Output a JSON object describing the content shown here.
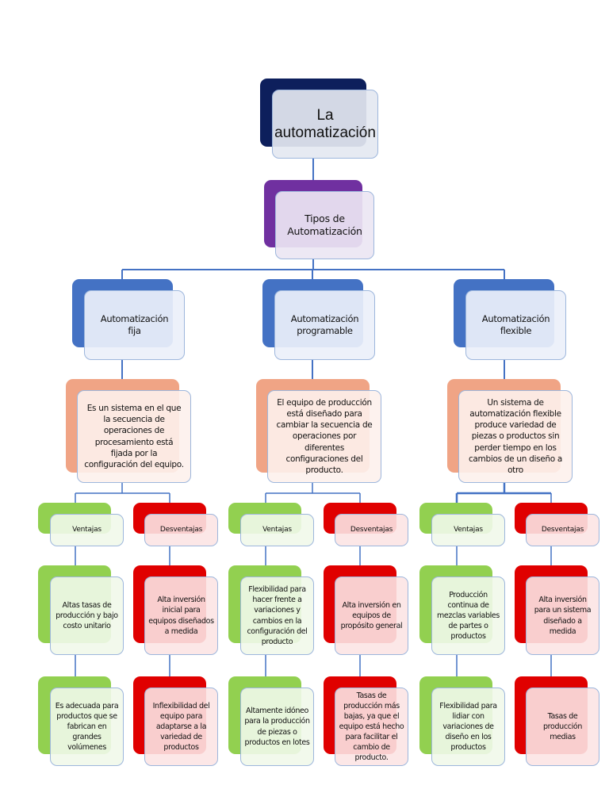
{
  "diagram": {
    "root": {
      "label": "La automatización"
    },
    "types_node": {
      "label": "Tipos de Automatización"
    },
    "branches": [
      {
        "title": "Automatización fija",
        "description": "Es un sistema en el que la secuencia de operaciones de procesamiento está fijada por la configuración del equipo.",
        "advantages_label": "Ventajas",
        "disadvantages_label": "Desventajas",
        "advantages": [
          "Altas tasas de producción y bajo costo unitario",
          "Es adecuada para productos que se fabrican en grandes volúmenes"
        ],
        "disadvantages": [
          "Alta inversión inicial para equipos diseñados a medida",
          "Inflexibilidad del equipo para adaptarse a la variedad de productos"
        ]
      },
      {
        "title": "Automatización programable",
        "description": "El equipo de producción está diseñado para cambiar la secuencia de operaciones por diferentes configuraciones del producto.",
        "advantages_label": "Ventajas",
        "disadvantages_label": "Desventajas",
        "advantages": [
          "Flexibilidad para hacer frente a variaciones y cambios en la configuración del producto",
          "Altamente idóneo para la producción de piezas o productos en lotes"
        ],
        "disadvantages": [
          "Alta inversión en equipos de propósito general",
          "Tasas de producción más bajas, ya que el equipo está hecho para facilitar el cambio de producto."
        ]
      },
      {
        "title": "Automatización flexible",
        "description": "Un sistema de automatización flexible produce variedad de piezas o productos sin perder tiempo en los cambios de un diseño a otro",
        "advantages_label": "Ventajas",
        "disadvantages_label": "Desventajas",
        "advantages": [
          "Producción continua de mezclas variables de partes o productos",
          "Flexibilidad para lidiar con variaciones de diseño en los productos"
        ],
        "disadvantages": [
          "Alta inversión para un sistema diseñado a medida",
          "Tasas de producción medias"
        ]
      }
    ]
  },
  "colors": {
    "connector": "#4472C4",
    "root_back": "#0D1F5C",
    "root_front": "#E4E8F1",
    "types_back": "#7030A0",
    "types_front": "#ECE6F3",
    "level3_back": "#4472C4",
    "level3_front": "#EBF0FA",
    "desc_back": "#F0A485",
    "desc_front": "#FDF1EC",
    "advantage_back": "#92D050",
    "advantage_front": "#F1F8EA",
    "disadvantage_back": "#E00000",
    "disadvantage_front": "#FCE4E4"
  }
}
